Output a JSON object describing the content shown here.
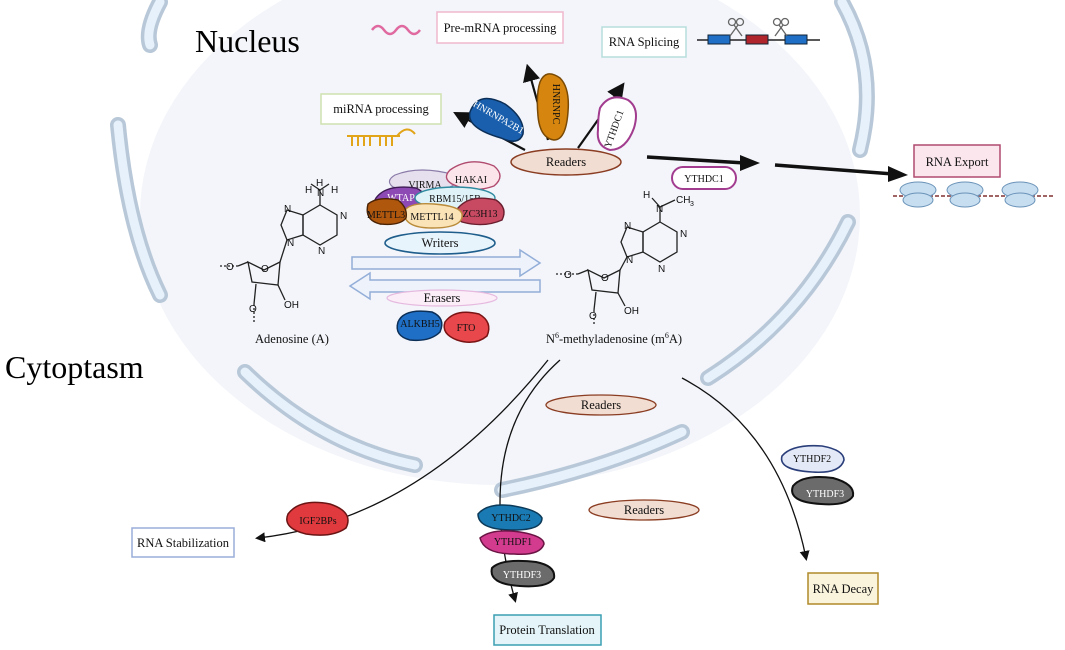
{
  "title_nucleus": "Nucleus",
  "title_cytoplasm": "Cytoptasm",
  "boxes": {
    "pre_mrna": "Pre-mRNA processing",
    "rna_splicing": "RNA Splicing",
    "mirna": "miRNA processing",
    "rna_export": "RNA Export",
    "rna_stabilization": "RNA Stabilization",
    "protein_translation": "Protein Translation",
    "rna_decay": "RNA Decay"
  },
  "pills": {
    "readers_nucleus": "Readers",
    "writers": "Writers",
    "erasers": "Erasers",
    "readers_cyto_1": "Readers",
    "readers_cyto_2": "Readers"
  },
  "proteins": {
    "hnrnpa2b1": "HNRNPA2B1",
    "hnrnpc": "HNRNPC",
    "ythdc1_a": "YTHDC1",
    "ythdc1_b": "YTHDC1",
    "virma": "VIRMA",
    "hakai": "HAKAI",
    "wtap": "WTAP",
    "rbm15": "RBM15/15B",
    "mettl3": "METTL3",
    "mettl14": "METTL14",
    "zc3h13": "ZC3H13",
    "alkbh5": "ALKBH5",
    "fto": "FTO",
    "igf2bps": "IGF2BPs",
    "ythdc2": "YTHDC2",
    "ythdf1": "YTHDF1",
    "ythdf3_a": "YTHDF3",
    "ythdf2": "YTHDF2",
    "ythdf3_b": "YTHDF3"
  },
  "molecules": {
    "adenosine": "Adenosine (A)",
    "m6a_prefix": "N",
    "m6a_sup1": "6",
    "m6a_mid": "-methyladenosine (m",
    "m6a_sup2": "6",
    "m6a_suffix": "A)"
  },
  "chem": {
    "N": "N",
    "H": "H",
    "O": "O",
    "OH": "OH",
    "CH3": "CH",
    "sub3": "3"
  },
  "colors": {
    "nucleus_fill": "#f3f5fa",
    "envelope": "#b8c8d8",
    "envelope_inner": "#e6f1fb",
    "writers_fill": "#e8f4fb",
    "writers_stroke": "#1f5e8c",
    "erasers_fill": "#fbeef8",
    "readers_fill": "#f2ddd2"
  }
}
